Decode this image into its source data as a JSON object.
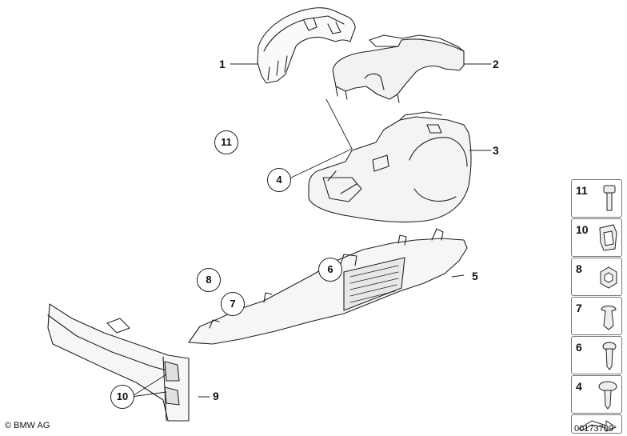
{
  "callouts": {
    "p1": "1",
    "p2": "2",
    "p3": "3",
    "p4": "4",
    "p5": "5",
    "p6": "6",
    "p7": "7",
    "p8": "8",
    "p9": "9",
    "p10": "10",
    "p11": "11"
  },
  "legend": [
    {
      "num": "11",
      "icon": "bolt-icon"
    },
    {
      "num": "10",
      "icon": "spring-clip-icon"
    },
    {
      "num": "8",
      "icon": "square-nut-icon"
    },
    {
      "num": "7",
      "icon": "expanding-rivet-icon"
    },
    {
      "num": "6",
      "icon": "screw-icon"
    },
    {
      "num": "4",
      "icon": "flange-screw-icon"
    }
  ],
  "footer": {
    "brand": "BMW AG",
    "copyright_symbol": "©",
    "diagram_id": "00173709"
  }
}
